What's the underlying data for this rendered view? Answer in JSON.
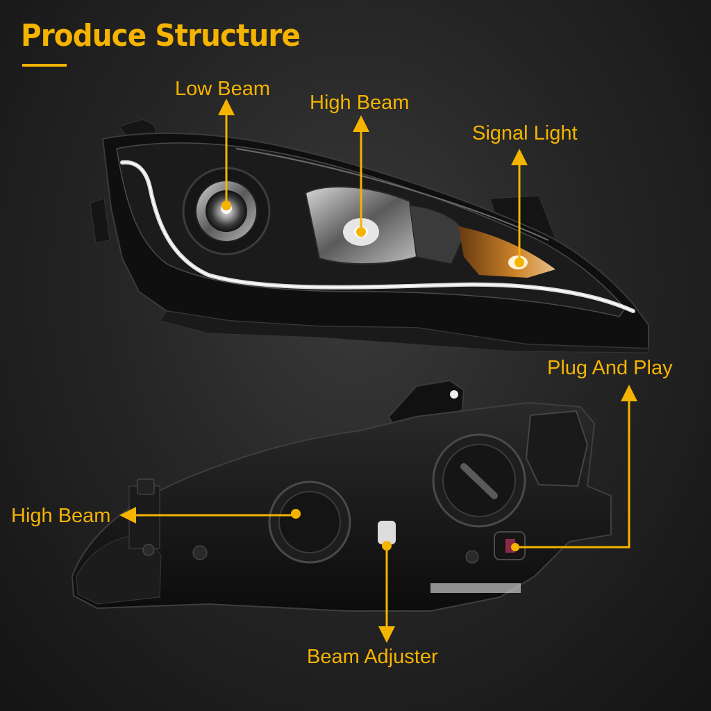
{
  "title": "Produce Structure",
  "colors": {
    "accent": "#f5b400",
    "background": "#1e1e1e",
    "housing": "#0f0f0f"
  },
  "front_view": {
    "labels": {
      "low_beam": "Low Beam",
      "high_beam": "High Beam",
      "signal_light": "Signal Light"
    }
  },
  "rear_view": {
    "labels": {
      "high_beam": "High Beam",
      "plug_and_play": "Plug And Play",
      "beam_adjuster": "Beam Adjuster"
    }
  }
}
